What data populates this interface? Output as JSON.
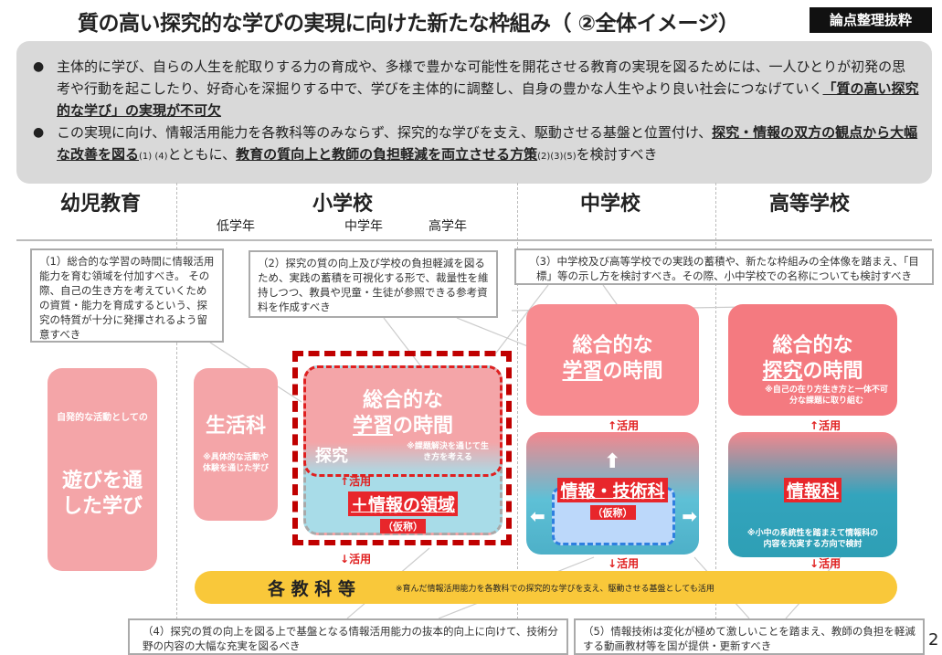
{
  "title": "質の高い探究的な学びの実現に向けた新たな枠組み（ ②全体イメージ）",
  "tag": "論点整理抜粋",
  "summary": {
    "b1_plain": "主体的に学び、自らの人生を舵取りする力の育成や、多様で豊かな可能性を開花させる教育の実現を図るためには、一人ひとりが初発の思考や行動を起こしたり、好奇心を深掘りする中で、学びを主体的に調整し、自身の豊かな人生やより良い社会につなげていく",
    "b1_bold": "「質の高い探究的な学び」の実現が不可欠",
    "b2_plain1": "この実現に向け、情報活用能力を各教科等のみならず、探究的な学びを支え、駆動させる基盤と位置付け、",
    "b2_bold1": "探究・情報の双方の観点から大幅な改善を図る",
    "b2_ref1": "(1) (4)",
    "b2_plain2": "とともに、",
    "b2_bold2": "教育の質向上と教師の負担軽減を両立させる方策",
    "b2_ref2": "(2)(3)(5)",
    "b2_plain3": "を検討すべき"
  },
  "columns": {
    "kindergarten": "幼児教育",
    "elementary": "小学校",
    "junior": "中学校",
    "high": "高等学校"
  },
  "grades": {
    "lower": "低学年",
    "middle": "中学年",
    "upper": "高学年"
  },
  "notes": {
    "n1": "（1）総合的な学習の時間に情報活用能力を育む領域を付加すべき。 その際、自己の生き方を考えていくための資質・能力を育成するという、探究の特質が十分に発揮されるよう留意すべき",
    "n2": "（2）探究の質の向上及び学校の負担軽減を図るため、実践の蓄積を可視化する形で、裁量性を維持しつつ、教員や児童・生徒が参照できる参考資料を作成すべき",
    "n3": "（3）中学校及び高等学校での実践の蓄積や、新たな枠組みの全体像を踏まえ、「目標」等の示し方を検討すべき。その際、小中学校での名称についても検討すべき",
    "n4": "（4）探究の質の向上を図る上で基盤となる情報活用能力の抜本的向上に向けて、技術分野の内容の大幅な充実を図るべき",
    "n5": "（5）情報技術は変化が極めて激しいことを踏まえ、教師の負担を軽減する動画教材等を国が提供・更新すべき"
  },
  "kinder": {
    "small": "自発的な活動としての",
    "main": "遊びを通した学び"
  },
  "seikatsu": {
    "main": "生活科",
    "note": "※具体的な活動や体験を通じた学び"
  },
  "elem_sogo": {
    "line1": "総合的な",
    "line2a": "学習",
    "line2b": "の時間",
    "note": "※課題解決を通じて生き方を考える",
    "tankyu": "探究",
    "info": "＋情報の領域",
    "kasho": "（仮称）"
  },
  "junior_sogo": {
    "line1": "総合的な",
    "line2a": "学習",
    "line2b": "の時間"
  },
  "junior_info": {
    "main": "情報・技術科",
    "kasho": "（仮称）"
  },
  "high_sogo": {
    "line1": "総合的な",
    "line2a": "探究",
    "line2b": "の時間",
    "note": "※自己の在り方生き方と一体不可分な課題に取り組む"
  },
  "high_info": {
    "main": "情報科",
    "note": "※小中の系統性を踏まえて情報科の内容を充実する方向で検討"
  },
  "katsuyo": "活用",
  "kakukyoka": {
    "main": "各 教 科 等",
    "note": "※育んだ情報活用能力を各教科での探究的な学びを支え、駆動させる基盤としても活用"
  },
  "page": "2",
  "colors": {
    "pink": "#f4a5a8",
    "red": "#c00000",
    "teal": "#2e9fb5",
    "yellow": "#f9c83a"
  }
}
